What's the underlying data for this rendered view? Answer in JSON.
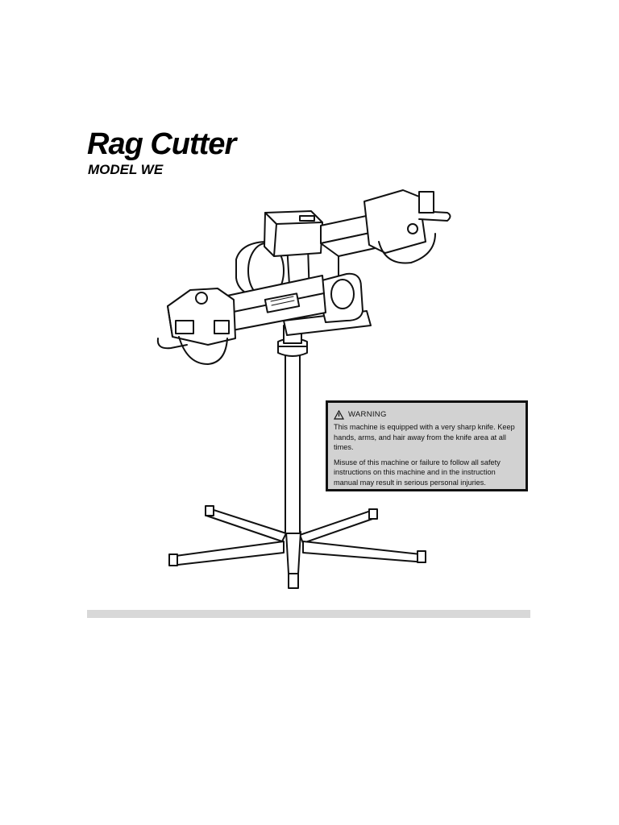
{
  "document": {
    "title": "Rag Cutter",
    "model": "MODEL WE"
  },
  "warning": {
    "icon": "warning-triangle-icon",
    "title": "WARNING",
    "paragraph1": "This machine is equipped with a very sharp knife. Keep hands, arms, and hair away from the knife area at all times.",
    "paragraph2": "Misuse of this machine or failure to follow all safety instructions on this machine and in the instruction manual may result in serious personal injuries."
  },
  "colors": {
    "warning_background": "#d2d2d2",
    "footer_bar": "#d8d8d8"
  }
}
